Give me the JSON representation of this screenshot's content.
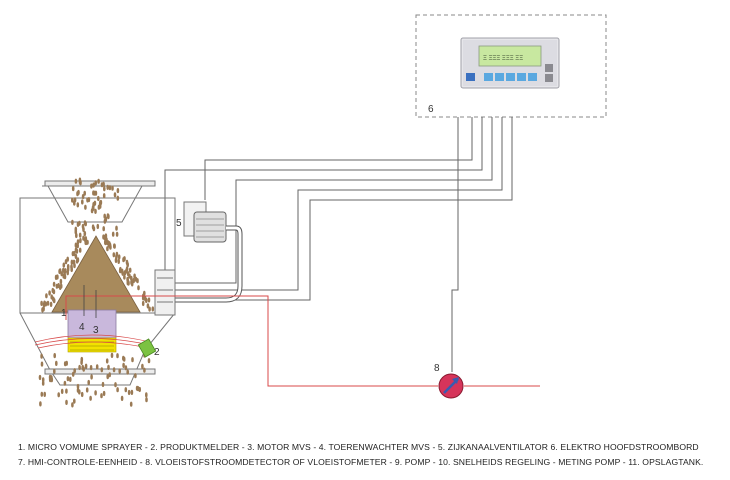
{
  "labels": {
    "l1": "1",
    "l2": "2",
    "l3": "3",
    "l4": "4",
    "l5": "5",
    "l6": "6",
    "l8": "8"
  },
  "panel": {
    "display_text": "Ξ ΞΞΞ ΞΞΞ ΞΞ",
    "button_left": "—"
  },
  "caption": {
    "line1": "1. MICRO VOMUME SPRAYER - 2. PRODUKTMELDER - 3. MOTOR MVS - 4. TOERENWACHTER  MVS - 5. ZIJKANAALVENTILATOR 6. ELEKTRO HOOFDSTROOMBORD",
    "line2": "7. HMI-CONTROLE-EENHEID - 8. VLOEISTOFSTROOMDETECTOR OF VLOEISTOFMETER  - 9. POMP - 10. SNELHEIDS REGELING - METING POMP - 11. OPSLAGTANK."
  },
  "colors": {
    "cone": "#a88a5c",
    "motor": "#c9b8dc",
    "coil": "#f2e200",
    "sensor": "#7cc242",
    "liquid_line": "#d84a4a",
    "pump": "#d6345a",
    "pump_arrow": "#3a5bb0",
    "display": "#c8e8a0",
    "panel_button": "#5aa8e0",
    "particles": "#9a7a55"
  }
}
